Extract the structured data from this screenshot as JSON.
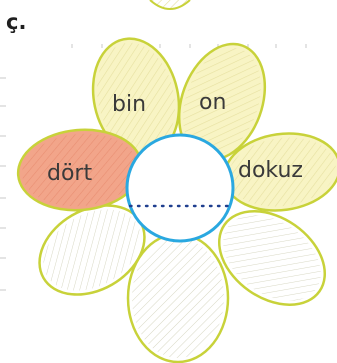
{
  "exercise": {
    "marker": "ç.",
    "petal_words": {
      "top_left": "bin",
      "top_right": "on",
      "left": "dört",
      "right": "dokuz"
    },
    "center_answer": ""
  },
  "colors": {
    "petal_fill_light": "#f8f4c4",
    "petal_fill_white": "#ffffff",
    "petal_stroke": "#c8d23a",
    "highlight_petal_fill": "#f2a58a",
    "center_ring": "#2aa8e0",
    "answer_line": "#1f3f8f",
    "guide_dash": "#c9c9c9"
  }
}
